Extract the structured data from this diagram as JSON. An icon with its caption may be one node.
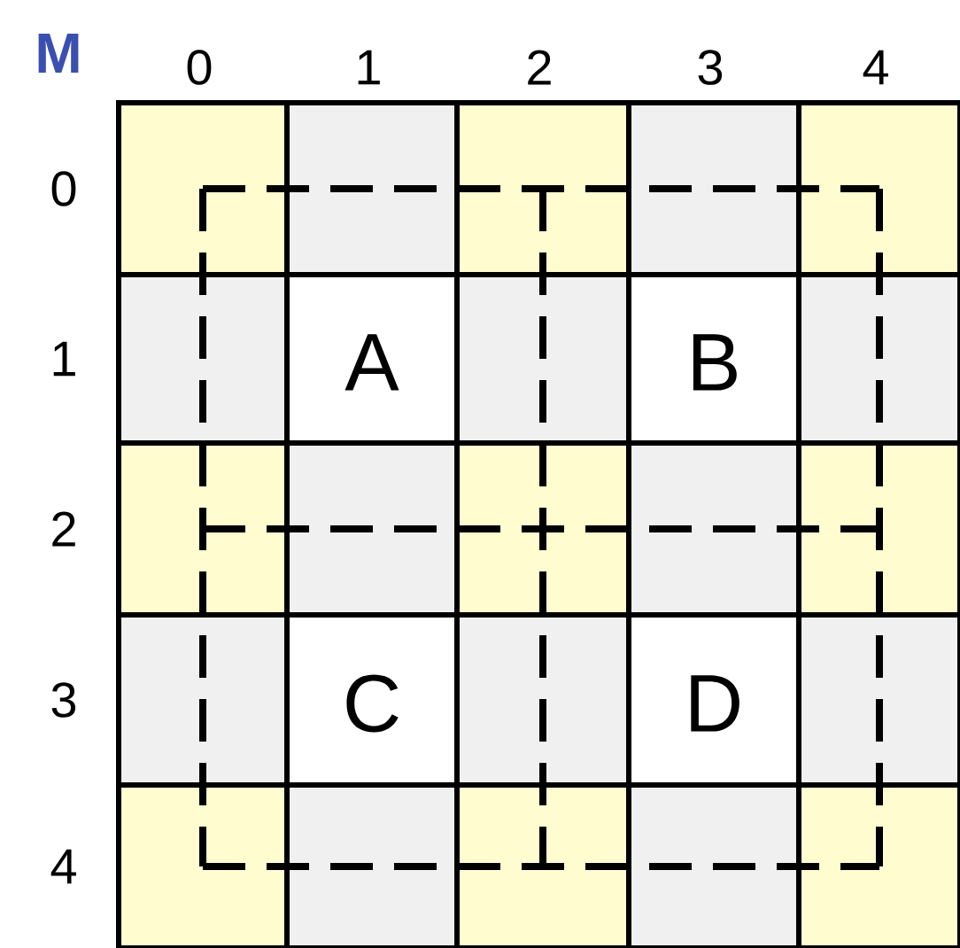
{
  "diagram": {
    "labels": [
      "M",
      "0",
      "1",
      "2",
      "3",
      "4",
      "0",
      "1",
      "A",
      "B",
      "2",
      "3",
      "C",
      "D",
      "4"
    ]
  }
}
